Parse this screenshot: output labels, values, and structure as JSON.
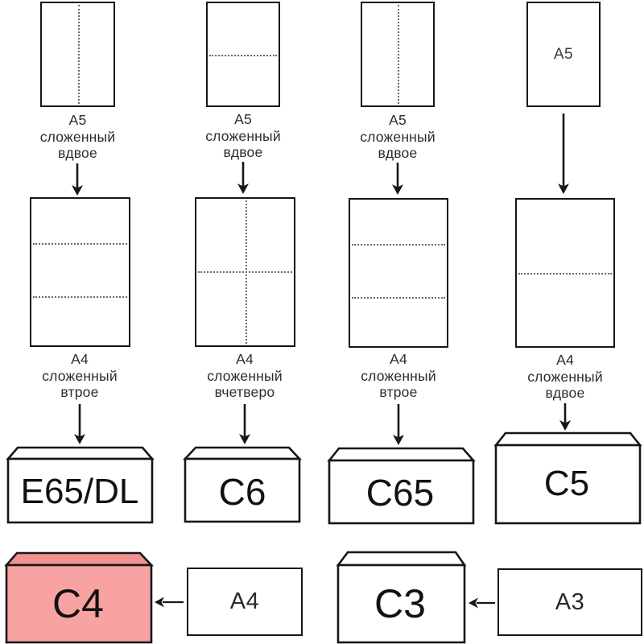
{
  "colors": {
    "line": "#161616",
    "fold_line": "#6b6b6b",
    "envelope_c4_body": "#f8a3a2",
    "envelope_c4_flap": "#f29190"
  },
  "columns": {
    "col1": {
      "a5_caption": [
        "A5",
        "сложенный",
        "вдвое"
      ],
      "a4_caption": [
        "A4",
        "сложенный",
        "втрое"
      ],
      "envelope_label": "E65/DL"
    },
    "col2": {
      "a5_caption": [
        "A5",
        "сложенный",
        "вдвое"
      ],
      "a4_caption": [
        "A4",
        "сложенный",
        "вчетверо"
      ],
      "envelope_label": "C6"
    },
    "col3": {
      "a5_caption": [
        "A5",
        "сложенный",
        "вдвое"
      ],
      "a4_caption": [
        "A4",
        "сложенный",
        "втрое"
      ],
      "envelope_label": "C65"
    },
    "col4": {
      "a5_sheet_label": "A5",
      "a4_caption": [
        "A4",
        "сложенный",
        "вдвое"
      ],
      "envelope_label": "C5"
    }
  },
  "bottom_row": {
    "left": {
      "envelope_label": "C4",
      "sheet_label": "A4"
    },
    "right": {
      "envelope_label": "C3",
      "sheet_label": "A3"
    }
  }
}
